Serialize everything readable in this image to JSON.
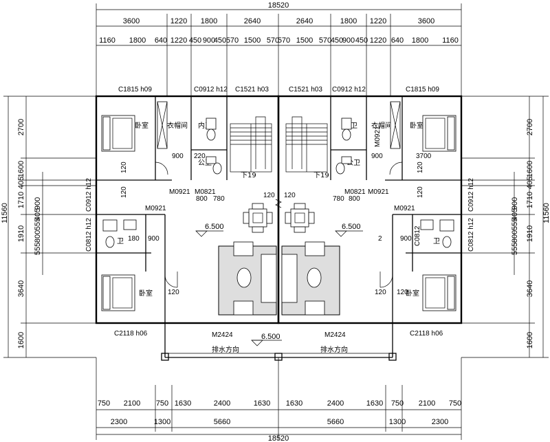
{
  "dims": {
    "overall_top": "18520",
    "overall_bottom": "18520",
    "top_row1": [
      "3600",
      "1220",
      "1800",
      "2640",
      "2640",
      "1800",
      "1220",
      "3600"
    ],
    "top_row2": [
      "1160",
      "1800",
      "640",
      "1220",
      "450",
      "900",
      "450",
      "570",
      "1500",
      "570",
      "570",
      "1500",
      "570",
      "450",
      "900",
      "450",
      "1220",
      "640",
      "1800",
      "1160"
    ],
    "bottom_row1": [
      "750",
      "2100",
      "750",
      "1630",
      "2400",
      "1630",
      "1630",
      "2400",
      "1630",
      "750",
      "2100",
      "750"
    ],
    "bottom_row2": [
      "2300",
      "1300",
      "5660",
      "5660",
      "1300",
      "2300"
    ],
    "left_overall": "11560",
    "right_overall": "11560",
    "left_col": [
      "2700",
      "1600",
      "405",
      "1710",
      "1910",
      "3640",
      "1600"
    ],
    "right_col": [
      "2700",
      "1600",
      "405",
      "1710",
      "1910",
      "3640",
      "1600"
    ],
    "left_inner": [
      "900",
      "405",
      "555",
      "800",
      "555"
    ],
    "right_inner": [
      "900",
      "405",
      "555",
      "800",
      "555"
    ]
  },
  "windows": {
    "w1": "C1815  h09",
    "w2": "C0912  h12",
    "w3": "C1521  h03",
    "w4": "C1521  h03",
    "w5": "C0912  h12",
    "w6": "C1815  h09",
    "w7": "C2118  h06",
    "w8": "C2118  h06",
    "w_side_l1": "C0912 h12",
    "w_side_l2": "C0812 h12",
    "w_side_r1": "C0912 h12",
    "w_side_r2": "C0812 h12",
    "w_side_r3": "C0812"
  },
  "doors": {
    "d1": "M0921",
    "d2": "M0821",
    "d3": "M0921",
    "d4": "M0821",
    "d5": "M0921",
    "d6": "M0921",
    "d7": "M2424",
    "d8": "M2424",
    "d9": "M0921"
  },
  "rooms": {
    "bedroom": "卧室",
    "closet": "衣帽间",
    "inner_wc": "内卫",
    "public_wc": "公卫",
    "wc": "卫",
    "stair_down": "下19",
    "drain_dir": "排水方向"
  },
  "elevations": {
    "e1": "6.500",
    "e2": "6.500",
    "e3": "6.500"
  },
  "small_dims": {
    "s900": "900",
    "s220": "220",
    "s120": "120",
    "s800": "800",
    "s780": "780",
    "s180": "180",
    "s3700": "3700",
    "s2": "2"
  }
}
